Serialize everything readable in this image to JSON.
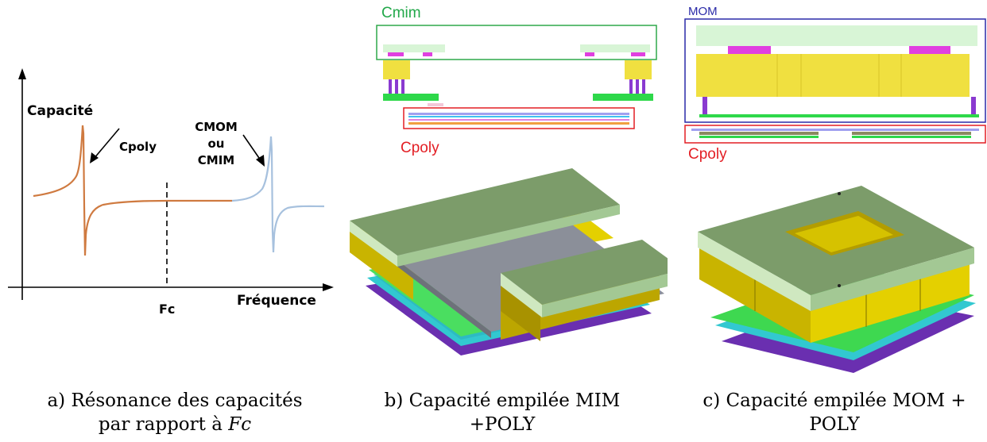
{
  "panel_a": {
    "y_axis_label": "Capacité",
    "x_axis_label": "Fréquence",
    "cpoly_label": "Cpoly",
    "cmom_label_line1": "CMOM",
    "cmom_label_line2": "ou",
    "cmom_label_line3": "CMIM",
    "fc_label": "Fc",
    "caption_line1": "a)  Résonance des capacités",
    "caption_line2_prefix": "par rapport à ",
    "caption_line2_em": "Fc",
    "colors": {
      "cpoly_curve": "#cf7a40",
      "cmom_curve": "#a7c1de"
    }
  },
  "panel_b": {
    "cmim_label": "Cmim",
    "cpoly_label": "Cpoly",
    "caption_line1": "b)  Capacité empilée MIM",
    "caption_line2": "+POLY"
  },
  "panel_c": {
    "mom_label": "MOM",
    "cpoly_label": "Cpoly",
    "caption_line1": "c)  Capacité empilée MOM +",
    "caption_line2": "POLY"
  }
}
